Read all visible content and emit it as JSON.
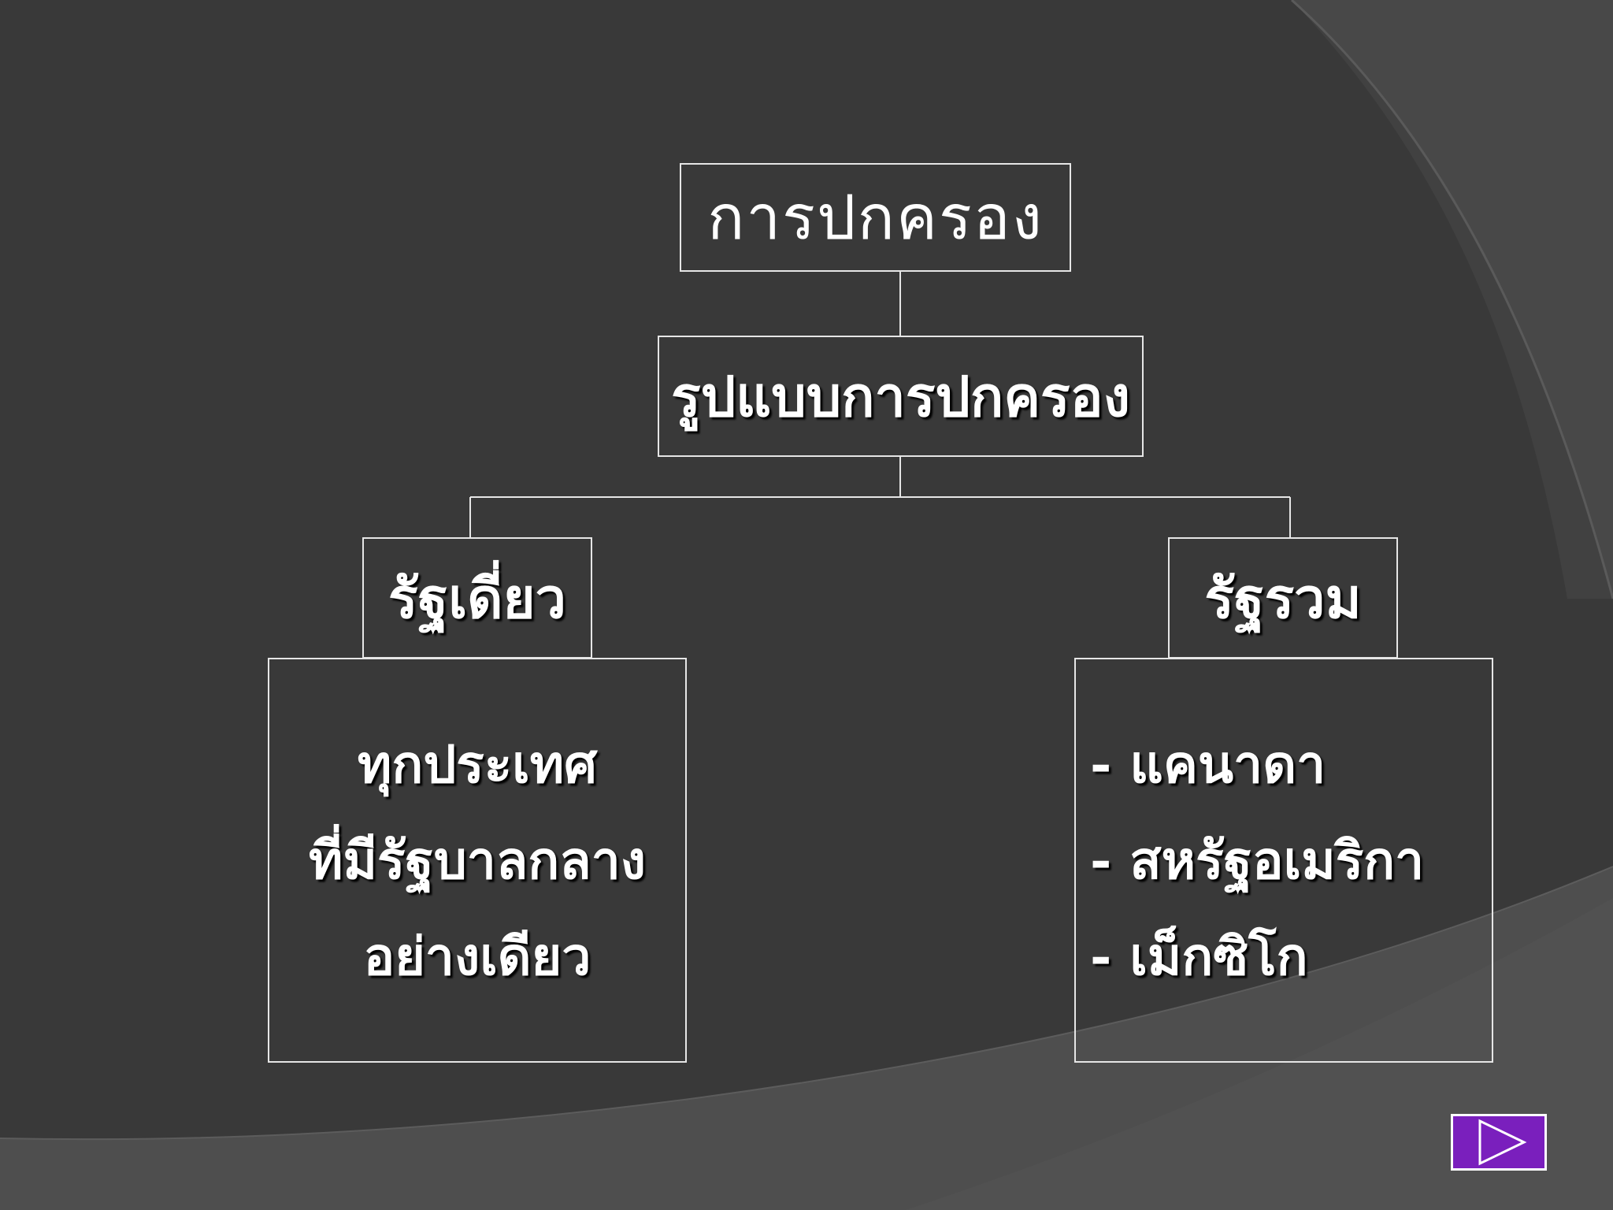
{
  "diagram": {
    "root": {
      "label": "การปกครอง"
    },
    "level2": {
      "label": "รูปแบบการปกครอง"
    },
    "left_branch": {
      "label": "รัฐเดี่ยว",
      "description": [
        "ทุกประเทศ",
        "ที่มีรัฐบาลกลาง",
        "อย่างเดียว"
      ]
    },
    "right_branch": {
      "label": "รัฐรวม",
      "examples": [
        "- แคนาดา",
        "- สหรัฐอเมริกา",
        "- เม็กซิโก"
      ]
    }
  },
  "navigation": {
    "next_icon": "play-triangle-icon",
    "button_color": "#7a1fbd"
  },
  "colors": {
    "background": "#3b3b3b",
    "line": "#e6e6e6",
    "text": "#ffffff"
  }
}
